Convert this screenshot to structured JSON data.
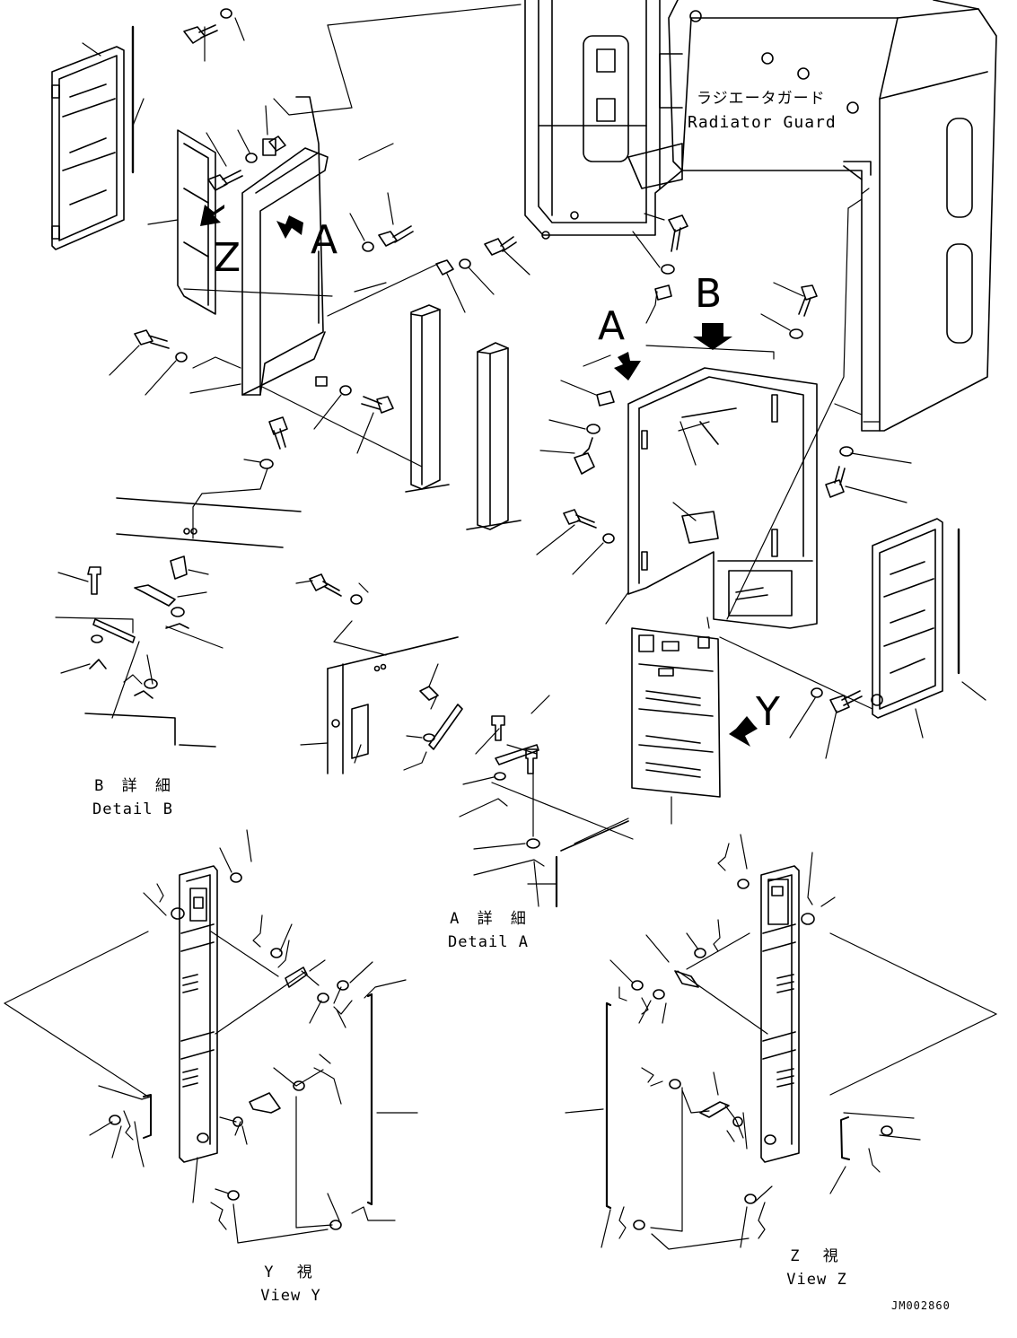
{
  "callouts": {
    "radiator_guard_ja": "ラジエータガード",
    "radiator_guard_en": "Radiator Guard",
    "detail_b_ja": "B 詳 細",
    "detail_b_en": "Detail B",
    "detail_a_ja": "A 詳 細",
    "detail_a_en": "Detail A",
    "view_y_ja": "Y 視",
    "view_y_en": "View Y",
    "view_z_ja": "Z 視",
    "view_z_en": "View Z"
  },
  "markers": {
    "a_top": "A",
    "z_top": "Z",
    "a_right": "A",
    "b_right": "B",
    "y_right": "Y"
  },
  "drawing_number": "JM002860",
  "colors": {
    "line": "#000000",
    "background": "#ffffff"
  }
}
